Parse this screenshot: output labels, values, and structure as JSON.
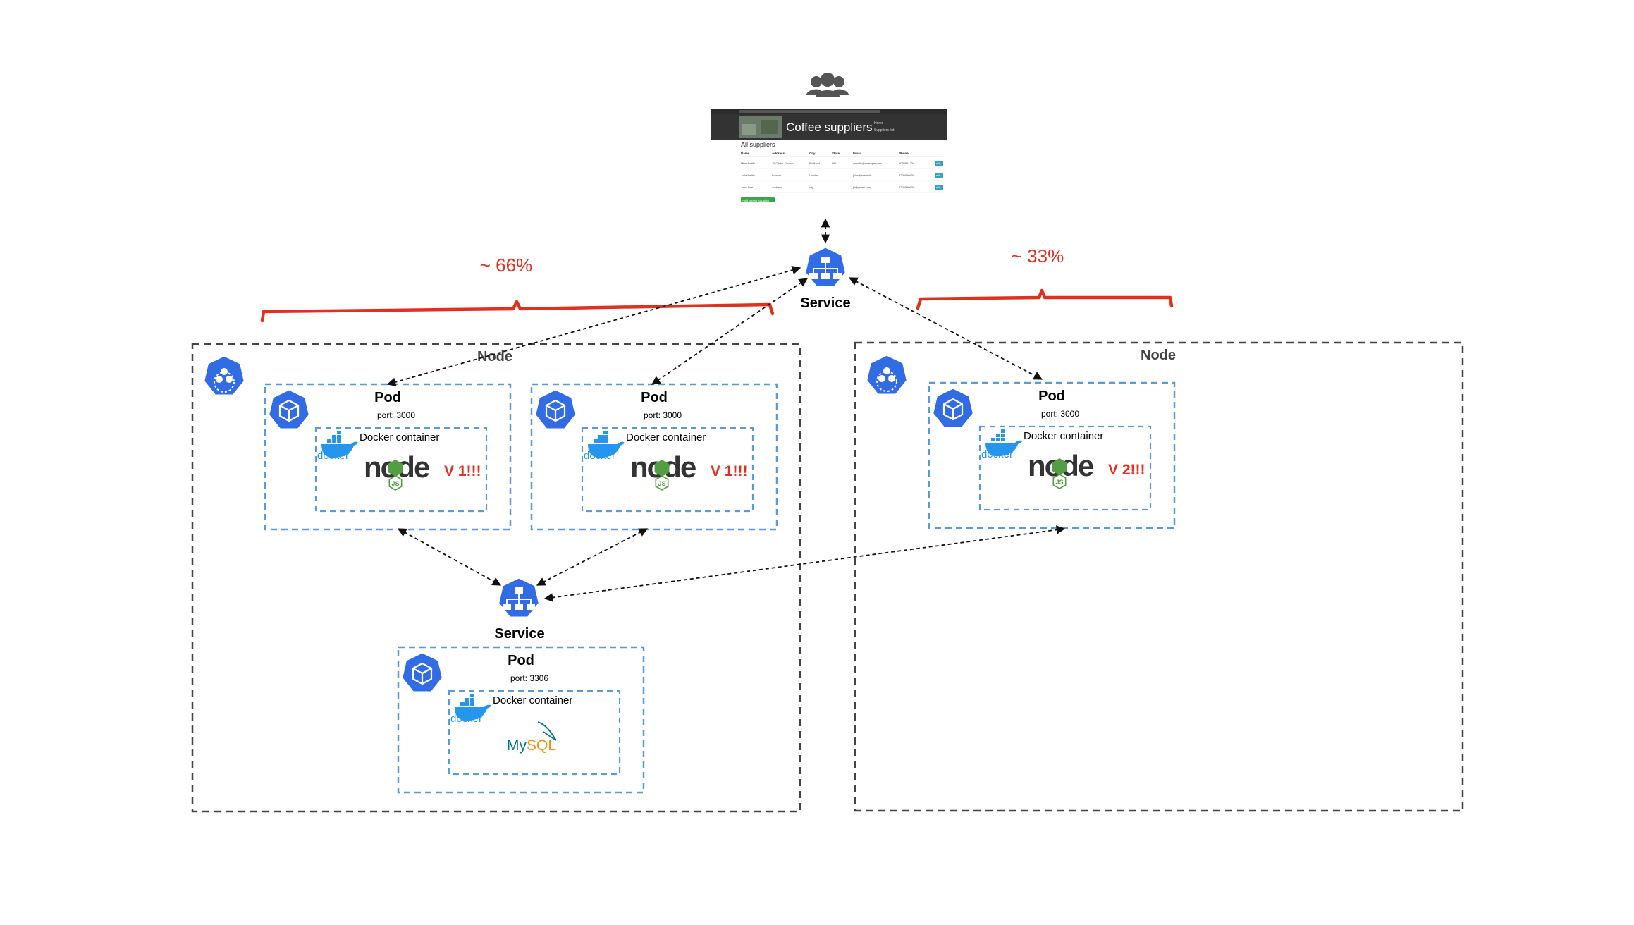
{
  "users_icon": "users-group-icon",
  "browser": {
    "title": "Coffee suppliers",
    "nav": [
      "Home",
      "Suppliers list"
    ],
    "heading": "All suppliers",
    "columns": [
      "Name",
      "Address",
      "City",
      "State",
      "Email",
      "Phone",
      ""
    ],
    "rows": [
      [
        "Mike Smith",
        "79 Cedar Church",
        "Portland",
        "OR",
        "msmith@example.com",
        "5035551234",
        "edit"
      ],
      [
        "Julia Smith",
        "London",
        "London",
        "-",
        "julia@example",
        "7205550000",
        "edit"
      ],
      [
        "John Doe",
        "address",
        "city",
        "-",
        "jd@gmail.com",
        "7205550000",
        "edit"
      ]
    ],
    "add_button": "Add a new supplier"
  },
  "service_top": {
    "label": "Service",
    "icon": "k8s-service-icon"
  },
  "service_bottom": {
    "label": "Service",
    "icon": "k8s-service-icon"
  },
  "percent_left": "~ 66%",
  "percent_right": "~ 33%",
  "node_left": {
    "label": "Node",
    "icon": "k8s-node-icon"
  },
  "node_right": {
    "label": "Node",
    "icon": "k8s-node-icon"
  },
  "pods": [
    {
      "label": "Pod",
      "port": "port: 3000",
      "container": "Docker container",
      "app": "node",
      "version": "V 1!!!"
    },
    {
      "label": "Pod",
      "port": "port: 3000",
      "container": "Docker container",
      "app": "node",
      "version": "V 1!!!"
    },
    {
      "label": "Pod",
      "port": "port: 3000",
      "container": "Docker container",
      "app": "node",
      "version": "V 2!!!"
    },
    {
      "label": "Pod",
      "port": "port: 3306",
      "container": "Docker container",
      "app": "MySQL",
      "version": ""
    }
  ],
  "docker_word": "docker",
  "node_word": "node",
  "mysql_word": "MySQL",
  "colors": {
    "k8s_blue": "#326ce5",
    "docker_blue": "#2496ed",
    "node_green": "#539e43",
    "accent_red": "#e03020",
    "mysql_blue": "#00758f",
    "mysql_orange": "#f29111"
  }
}
